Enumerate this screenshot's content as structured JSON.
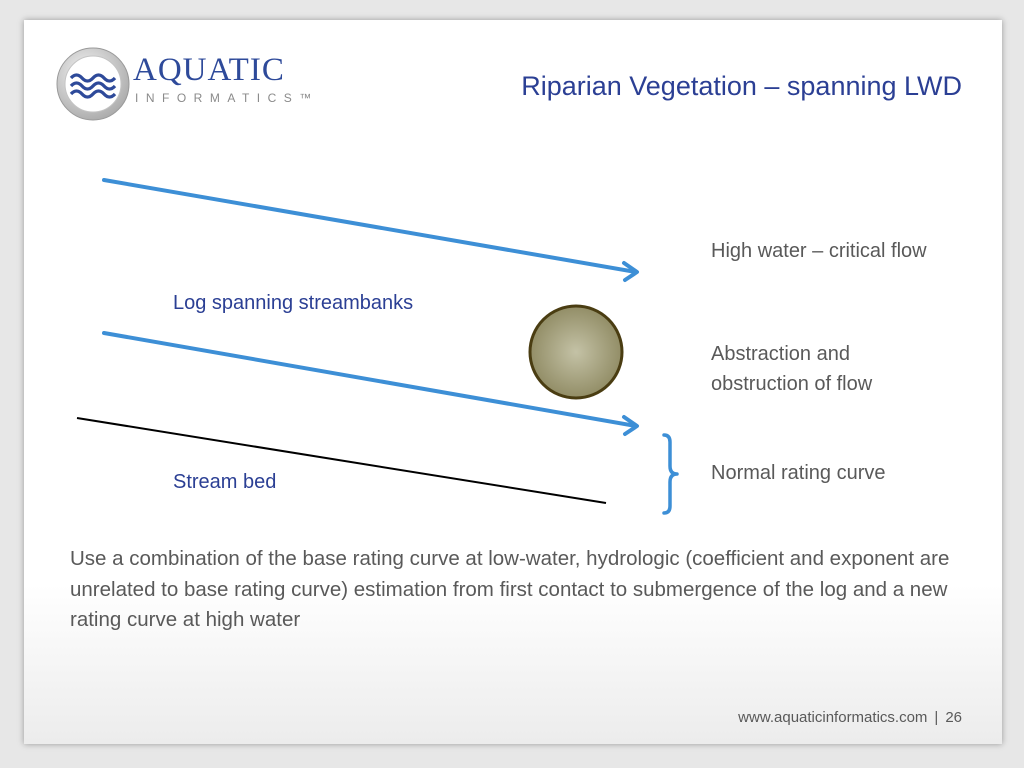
{
  "header": {
    "logo": {
      "word": "AQUATIC",
      "sub": "INFORMATICS™",
      "colors": {
        "word": "#2e4a9a",
        "sub": "#8a8a8a",
        "waves": "#2e4a9a"
      }
    },
    "title": "Riparian Vegetation – spanning LWD"
  },
  "diagram": {
    "labels": {
      "log_spanning": "Log spanning streambanks",
      "stream_bed": "Stream bed",
      "high_water": "High water – critical flow",
      "abstraction": [
        "Abstraction and",
        "obstruction of flow"
      ],
      "normal_rating": "Normal rating curve"
    },
    "colors": {
      "arrow": "#3d8fd6",
      "bed_line": "#000000",
      "log": "#8d8860",
      "log_outline": "#4a3d12",
      "bracket": "#3d8fd6"
    }
  },
  "body": {
    "text": "Use a combination of the base rating curve at low-water, hydrologic (coefficient and exponent are unrelated to base rating curve) estimation from first contact to submergence of the log and a new rating curve at high water"
  },
  "footer": {
    "url": "www.aquaticinformatics.com",
    "separator": "|",
    "page_number": "26"
  }
}
